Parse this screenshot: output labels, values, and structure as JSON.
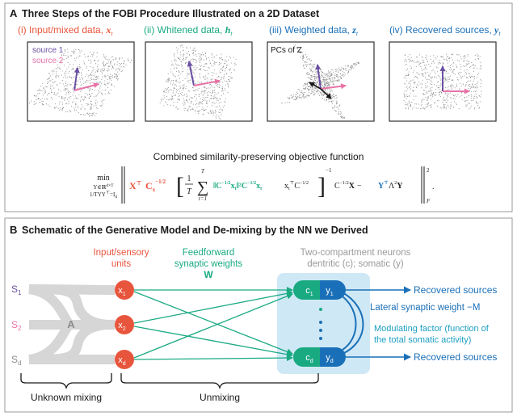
{
  "colors": {
    "red": "#e8553d",
    "green": "#1aaa82",
    "gray": "#8c8c8c",
    "blue": "#1a70b8",
    "purple": "#6a4fa3",
    "pink": "#e873a8",
    "neuron_bg": "#cfe8f5",
    "gray_band": "#d6d6d6",
    "dark": "#1a1a1a"
  },
  "panel_a": {
    "letter": "A",
    "title": "Three Steps of the FOBI Procedure Illustrated on a 2D Dataset",
    "plots": [
      {
        "label": "(i) Input/mixed data, ",
        "var": "x",
        "sub": "t",
        "color": "red"
      },
      {
        "label": "(ii) Whitened data, ",
        "var": "h",
        "sub": "t",
        "color": "green"
      },
      {
        "label": "(iii) Weighted data, ",
        "var": "z",
        "sub": "t",
        "color": "blue"
      },
      {
        "label": "(iv) Recovered sources, ",
        "var": "y",
        "sub": "t",
        "color": "blue"
      }
    ],
    "legend": {
      "source1": "source 1",
      "source2": "source 2"
    },
    "pcs_label": "PCs of Z",
    "objective_title": "Combined similarity-preserving objective function",
    "formula": {
      "min": "min",
      "constraint1": "Y∈ℝ",
      "constraint1_sup": "d×T",
      "constraint2": "YY",
      "constraint2_sup": "⊤",
      "constraint2_tail": "=I",
      "constraint2_sub": "d",
      "constraint_frac": "1/T",
      "part1": "X",
      "part1_sup": "⊤",
      "part2": "C",
      "part2_sub": "x",
      "part2_sup": "−1/2",
      "bracket_frac_num": "1",
      "bracket_frac_den": "T",
      "sum_top": "T",
      "sum_sym": "∑",
      "sum_bottom": "t=1",
      "inner": "‖C",
      "inner_sup": "−1/2",
      "inner_x": "x",
      "inner_x_sub": "t",
      "inner_norm_sq": "‖²",
      "inner_c2": "C",
      "inner_c2_sup": "−1/2",
      "inner_xt": "x",
      "inner_xt_sub": "t",
      "inner_xt2": "x",
      "inner_xt2_sub": "t",
      "inner_xt2_sup": "⊤",
      "inner_cx": "C",
      "inner_cx_sup": "−1/2",
      "bracket_sup": "−1",
      "tail1": "C",
      "tail1_sup": "−1/2",
      "tail_x": "X",
      "tail_minus": "−",
      "tail_y": "Y",
      "tail_y_sup": "⊤",
      "tail_lambda": "Λ",
      "tail_lambda_sup": "2",
      "tail_y2": "Y",
      "norm_sup": "2",
      "norm_sub": "F",
      "dot": "."
    }
  },
  "panel_b": {
    "letter": "B",
    "title": "Schematic of the Generative Model and De-mixing by the NN we Derived",
    "sources": [
      {
        "label": "S",
        "sub": "1",
        "color": "purple"
      },
      {
        "label": "S",
        "sub": "2",
        "color": "pink"
      },
      {
        "label": "S",
        "sub": "d",
        "color": "gray"
      }
    ],
    "mixing_label": "A",
    "input_title_1": "Input/sensory",
    "input_title_2": "units",
    "inputs": [
      {
        "label": "x",
        "sub": "1"
      },
      {
        "label": "x",
        "sub": "2"
      },
      {
        "label": "x",
        "sub": "d"
      }
    ],
    "ff_title_1": "Feedforward",
    "ff_title_2": "synaptic weights",
    "ff_weight": "W",
    "neuron_title_1": "Two-compartment neurons",
    "neuron_title_2": "dentritic (c); somatic (y)",
    "neurons": [
      {
        "c": "c",
        "c_sub": "1",
        "y": "y",
        "y_sub": "1"
      },
      {
        "c": "c",
        "c_sub": "d",
        "y": "y",
        "y_sub": "d"
      }
    ],
    "output_1": "Recovered sources",
    "output_2": "Recovered sources",
    "lateral_label": "Lateral synaptic weight −M",
    "modulating_1": "Modulating factor (function of",
    "modulating_2": "the total somatic activity)",
    "brace_left": "Unknown mixing",
    "brace_right": "Unmixing"
  }
}
